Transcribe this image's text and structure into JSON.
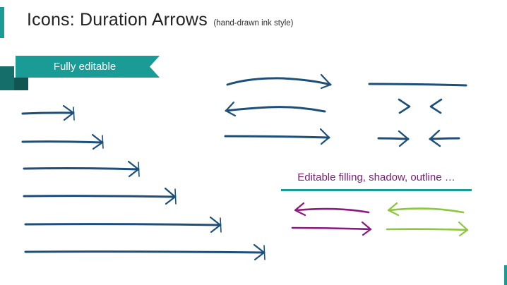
{
  "slide": {
    "title": "Icons: Duration Arrows",
    "title_note": "(hand-drawn  ink style)",
    "banner_label": "Fully editable",
    "section_caption": "Editable filling, shadow, outline …"
  },
  "colors": {
    "accent_teal": "#1a9b95",
    "ink_blue": "#1d4f7b",
    "purple": "#8a1a7e",
    "lime": "#8dc63f"
  }
}
